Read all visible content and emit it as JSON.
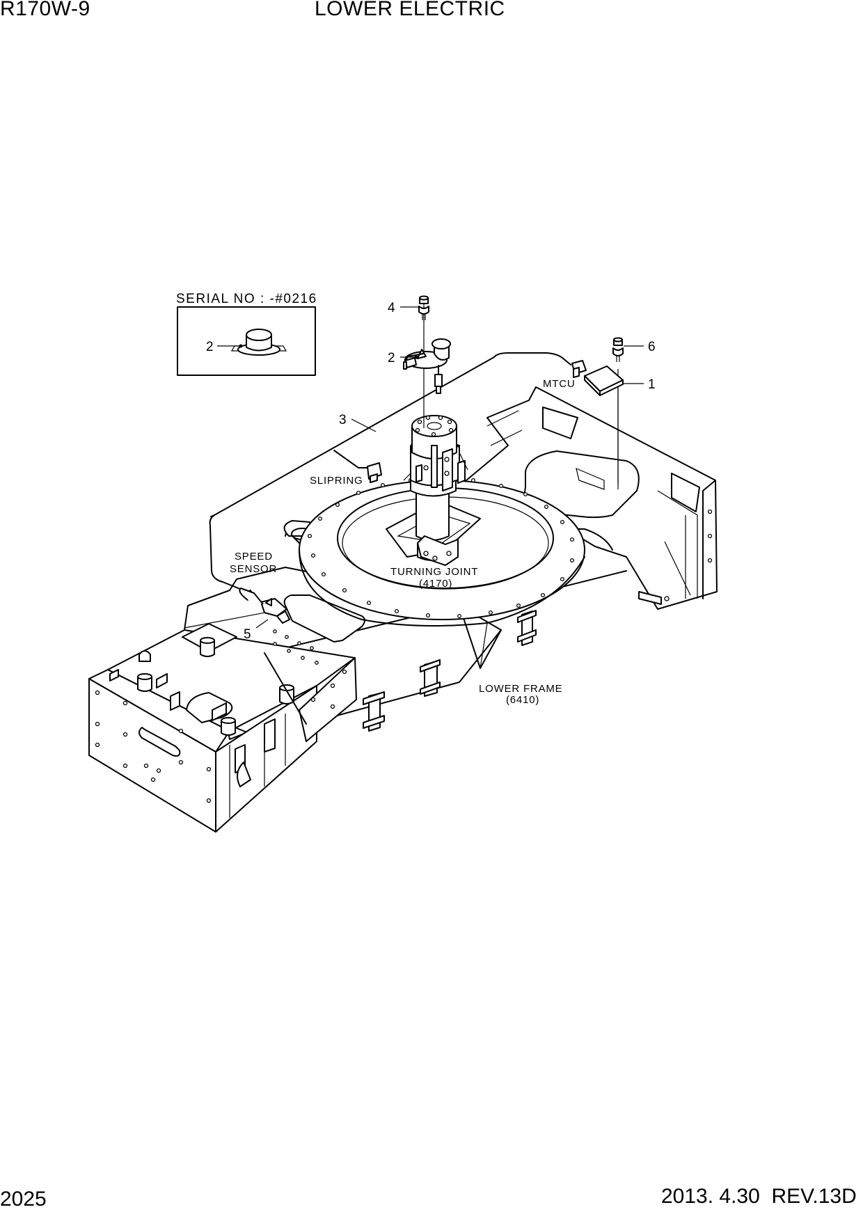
{
  "header": {
    "model": "R170W-9",
    "title": "LOWER ELECTRIC"
  },
  "footer": {
    "page_number": "2025",
    "revision": "2013. 4.30  REV.13D"
  },
  "inset": {
    "caption": "SERIAL NO : -#0216",
    "callout": "2"
  },
  "callouts": {
    "c1": "1",
    "c2": "2",
    "c3": "3",
    "c4": "4",
    "c5": "5",
    "c6": "6"
  },
  "labels": {
    "mtcu": "MTCU",
    "slipring": "SLIPRING",
    "speed_sensor_line1": "SPEED",
    "speed_sensor_line2": "SENSOR",
    "turning_joint": "TURNING JOINT",
    "turning_joint_ref": "(4170)",
    "lower_frame": "LOWER FRAME",
    "lower_frame_ref": "(6410)"
  }
}
